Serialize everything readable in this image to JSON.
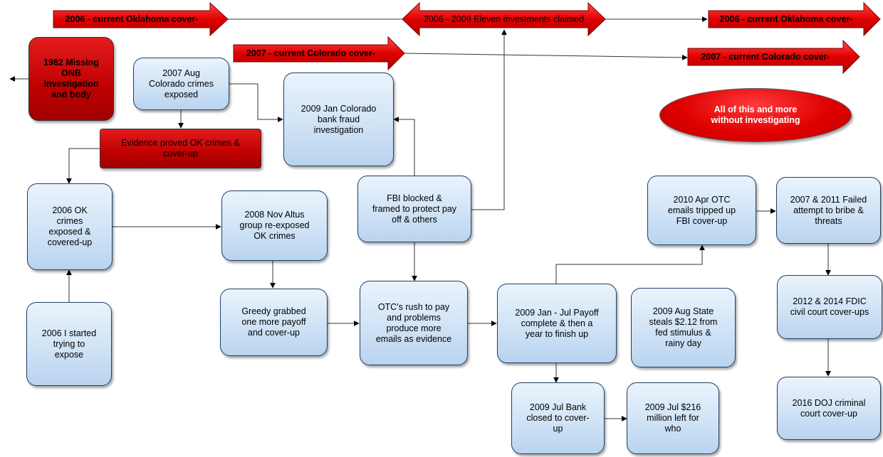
{
  "banners": {
    "ok_left": "2006 - current Oklahoma cover-",
    "eleven": "2006 - 2009 Eleven investments claimed",
    "ok_right": "2006 - current Oklahoma cover-",
    "co_left": "2007 - current Colorado cover-",
    "co_right": "2007 - current Colorado cover-"
  },
  "oval": "All of this and more\nwithout investigating",
  "nodes": {
    "missing_onb": "1982 Missing\nONB\ninvestigation\nand body",
    "colorado_exposed": "2007 Aug\nColorado crimes\nexposed",
    "evidence": "Evidence proved OK crimes &\ncover-up",
    "colorado_bank": "2009 Jan Colorado\nbank fraud\ninvestigation",
    "ok_exposed": "2006 OK\ncrimes\nexposed &\ncovered-up",
    "started": "2006 I started\ntrying to\nexpose",
    "altus": "2008 Nov Altus\ngroup re-exposed\nOK crimes",
    "greedy": "Greedy grabbed\none more payoff\nand cover-up",
    "fbi_blocked": "FBI blocked &\nframed to protect pay\noff & others",
    "otc_rush": "OTC's rush to pay\nand problems\nproduce more\nemails as evidence",
    "payoff": "2009 Jan - Jul Payoff\ncomplete & then a\nyear to finish up",
    "state_steals": "2009 Aug State\nsteals $2.12 from\nfed stimulus &\nrainy day",
    "otc_emails": "2010 Apr OTC\nemails tripped up\nFBI cover-up",
    "bribe": "2007 & 2011 Failed\nattempt to bribe &\nthreats",
    "fdic": "2012 & 2014 FDIC\ncivil court cover-ups",
    "doj": "2016 DOJ criminal\ncourt cover-up",
    "bank_closed": "2009 Jul Bank\nclosed to cover-\nup",
    "million_left": "2009 Jul $216\nmillion left for\nwho"
  },
  "colors": {
    "node_fill": "#c9def3",
    "node_border": "#1f3f66",
    "red": "#c00000",
    "banner_red": "#e00000"
  }
}
